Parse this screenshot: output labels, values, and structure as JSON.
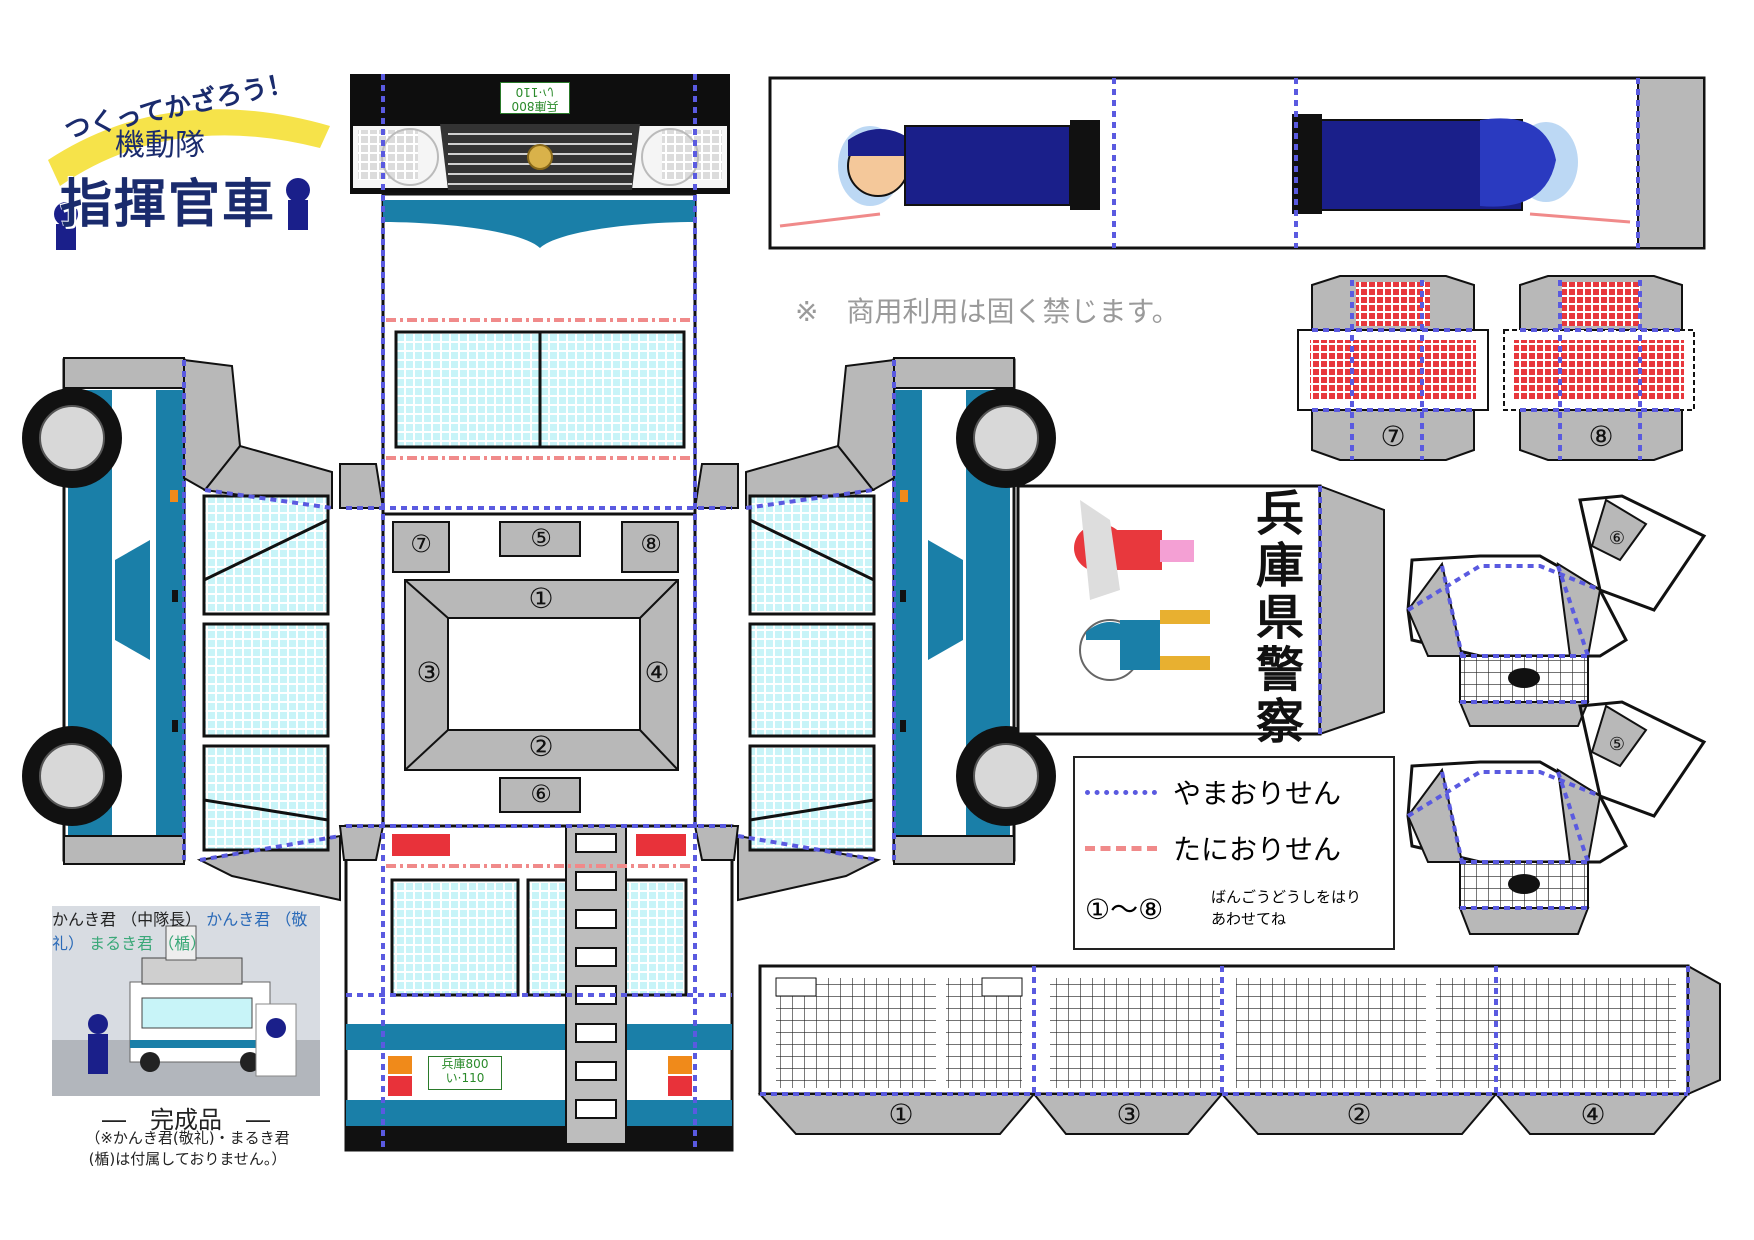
{
  "title": {
    "top_line": "つくってかざろう！",
    "middle_line": "機動隊",
    "main_line": "指揮官車"
  },
  "notice": "※　商用利用は固く禁じます。",
  "plate": {
    "line1": "兵庫800",
    "line2": "い·110"
  },
  "prefecture": "兵庫県警察",
  "legend": {
    "mountain_fold": "やまおりせん",
    "valley_fold": "たにおりせん",
    "number_range": "①～⑧",
    "number_hint_line1": "ばんごうどうしをはり",
    "number_hint_line2": "あわせてね"
  },
  "photo": {
    "label_top": "かんき君",
    "label_top_sub": "（中隊長）",
    "label_left": "かんき君",
    "label_left_sub": "（敬礼）",
    "label_right": "まるき君",
    "label_right_sub": "（楯）"
  },
  "caption": "―　完成品　―",
  "subcaption_line1": "（※かんき君(敬礼)・まるき君",
  "subcaption_line2": "(楯)は付属しておりません。）",
  "numbers": {
    "n1": "①",
    "n2": "②",
    "n3": "③",
    "n4": "④",
    "n5": "⑤",
    "n6": "⑥",
    "n7": "⑦",
    "n8": "⑧"
  },
  "colors": {
    "mountain_fold": "#5a5ae0",
    "valley_fold": "#f08a8a",
    "body_blue": "#1f7fae",
    "panel_gray": "#b8b8b8",
    "window_cyan": "#c8f4f8",
    "grille_red": "#e8383d",
    "officer_navy": "#1a1f8a"
  }
}
